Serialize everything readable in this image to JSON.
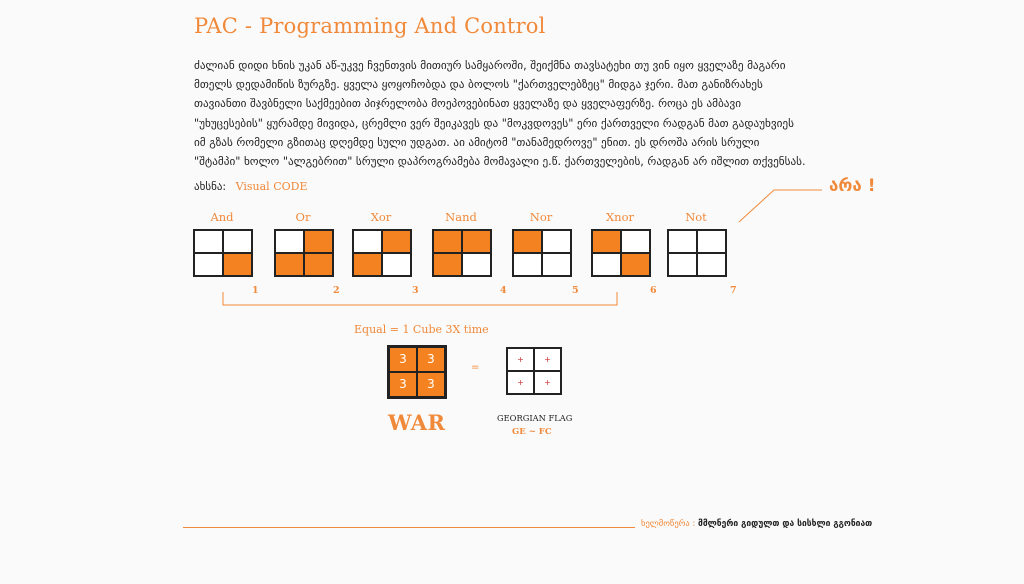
{
  "title": "PAC - Programming And Control",
  "paragraph": [
    "ძალიან დიდი ხნის უკან აწ-უკვე ჩვენთვის მითიურ სამყაროში, შეიქმნა თავსატეხი თუ ვინ იყო ყველაზე მაგარი",
    "მთელს დედამიწის ზურგზე. ყველა ყოყოჩობდა და ბოლოს \"ქართველებზეც\" მიდგა ჯერი. მათ განიზრახეს",
    "თავიანთი შავბნელი საქმეებით პიჯრელობა მოეპოვებინათ ყველაზე და ყველაფერზე. როცა ეს ამბავი",
    "\"უხუცესების\" ყურამდე მივიდა, ცრემლი ვერ შეიკავეს და \"მოკვდოვეს\" ერი ქართველი რადგან მათ გადაუხვიეს",
    "იმ გზას რომელი გზითაც დღემდე სული უდგათ. აი ამიტომ \"თანამედროვე\" ენით. ეს დროშა არის სრული",
    "\"შტამპი\" ხოლო \"ალგებრით\" სრული დაპროგრამება მომავალი ე.წ. ქართველების, რადგან არ იშლით თქვენსას."
  ],
  "legend": {
    "label": "ახსნა:",
    "value": "Visual CODE"
  },
  "no_text": "არა !",
  "gates": [
    {
      "label": "And",
      "num": "1",
      "cells": [
        0,
        0,
        0,
        1
      ]
    },
    {
      "label": "Or",
      "num": "2",
      "cells": [
        0,
        1,
        1,
        1
      ]
    },
    {
      "label": "Xor",
      "num": "3",
      "cells": [
        0,
        1,
        1,
        0
      ]
    },
    {
      "label": "Nand",
      "num": "4",
      "cells": [
        1,
        1,
        1,
        0
      ]
    },
    {
      "label": "Nor",
      "num": "5",
      "cells": [
        1,
        0,
        0,
        0
      ]
    },
    {
      "label": "Xnor",
      "num": "6",
      "cells": [
        1,
        0,
        0,
        1
      ]
    },
    {
      "label": "Not",
      "num": "7",
      "cells": [
        0,
        0,
        0,
        0
      ]
    }
  ],
  "equal_label": "Equal = 1 Cube 3X time",
  "cube_values": [
    "3",
    "3",
    "3",
    "3"
  ],
  "eq_symbol": "=",
  "flag_cells": [
    "+",
    "+",
    "+",
    "+"
  ],
  "war": "WAR",
  "flag_label": "GEORGIAN FLAG",
  "flag_code": "GE ~ FC",
  "footer": {
    "label": "ხელმოწერა :",
    "name": "მმლნერი გიდულთ და სისხლი გგონიათ"
  },
  "colors": {
    "accent": "#f0893a",
    "fill": "#f58220",
    "text": "#222222"
  }
}
